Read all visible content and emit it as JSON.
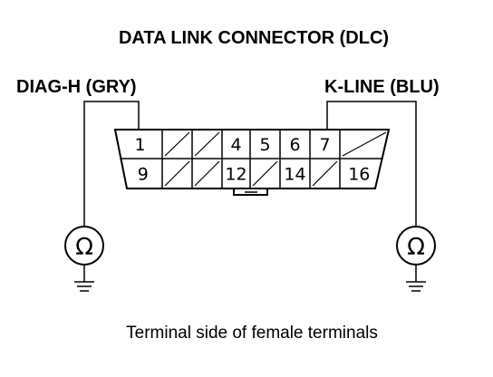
{
  "title": "DATA LINK CONNECTOR (DLC)",
  "left_label": "DIAG-H (GRY)",
  "right_label": "K-LINE (BLU)",
  "caption": "Terminal side of female terminals",
  "meter_symbol": "Ω",
  "icons": {
    "meter": "ohmmeter-icon",
    "ground": "ground-icon"
  },
  "terminals": {
    "top": [
      "1",
      "",
      "",
      "4",
      "5",
      "6",
      "7",
      ""
    ],
    "bottom": [
      "9",
      "",
      "",
      "12",
      "",
      "14",
      "",
      "16"
    ]
  },
  "colors": {
    "ink": "#000000",
    "background": "#ffffff"
  }
}
